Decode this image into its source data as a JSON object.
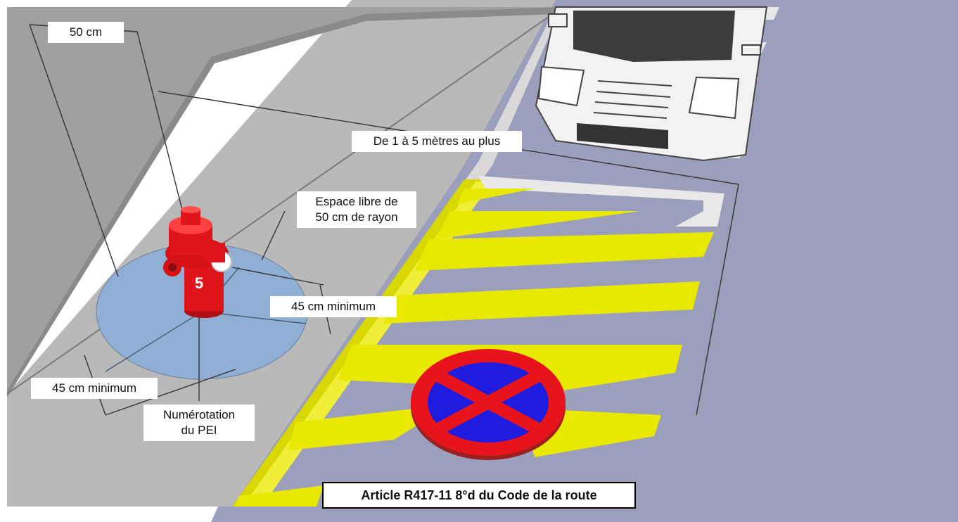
{
  "labels": {
    "width_50cm": "50 cm",
    "distance_range": "De 1 à 5 mètres au plus",
    "clear_space_line1": "Espace libre de",
    "clear_space_line2": "50 cm de rayon",
    "min_45_right": "45 cm minimum",
    "min_45_left": "45 cm minimum",
    "numbering_line1": "Numérotation",
    "numbering_line2": "du PEI",
    "article": "Article R417-11 8°d du Code de la route"
  },
  "hydrant": {
    "number": "5",
    "body_color": "#e0151b"
  },
  "colors": {
    "wall": "#9d9d9d",
    "sidewalk": "#b8b8b8",
    "road": "#9b9fbb",
    "yellow_marking": "#e8e800",
    "clear_zone": "#8fb0d4",
    "sign_red": "#e8141c",
    "sign_blue": "#1f1ce0"
  }
}
